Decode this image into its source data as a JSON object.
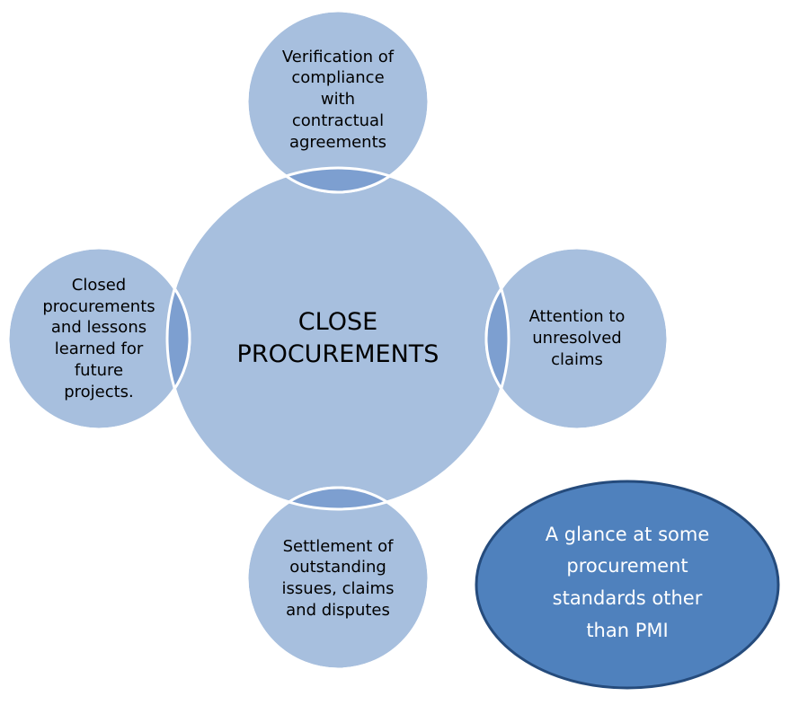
{
  "diagram": {
    "center": {
      "text": "CLOSE\nPROCUREMENTS"
    },
    "satellites": [
      {
        "id": "top",
        "text": "Verification of\ncompliance\nwith\ncontractual\nagreements"
      },
      {
        "id": "right",
        "text": "Attention to\nunresolved\nclaims"
      },
      {
        "id": "bottom",
        "text": "Settlement of\noutstanding\nissues, claims\nand disputes"
      },
      {
        "id": "left",
        "text": "Closed\nprocurements\nand lessons\nlearned for\nfuture\nprojects."
      }
    ],
    "callout": {
      "text": "A glance at some\nprocurement\nstandards other\nthan PMI"
    }
  },
  "colors": {
    "circle_fill": "#a7bfde",
    "overlap_fill": "#7d9fd0",
    "circle_stroke": "#ffffff",
    "callout_fill": "#4f81bd",
    "callout_stroke": "#254b7c",
    "callout_text": "#ffffff"
  }
}
